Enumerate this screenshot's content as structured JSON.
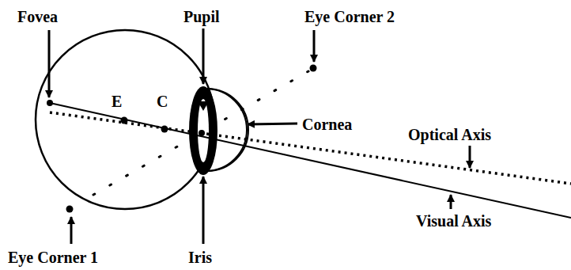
{
  "diagram": {
    "labels": [
      "Fovea",
      "Pupil",
      "Eye Corner 2",
      "E",
      "C",
      "Cornea",
      "Optical Axis",
      "Visual Axis",
      "Eye Corner 1",
      "Iris"
    ]
  }
}
